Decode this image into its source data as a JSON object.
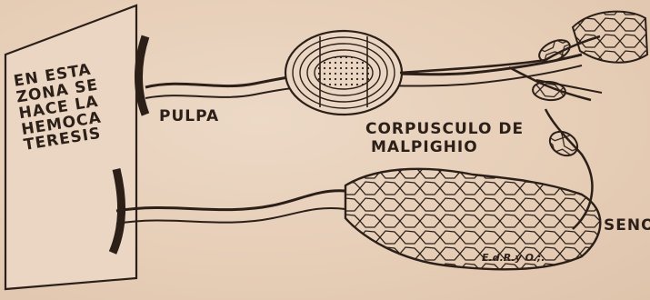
{
  "diagram": {
    "panel_lines": [
      "EN ESTA",
      "ZONA SE",
      "HACE LA",
      "HEMOCA",
      "TERESIS"
    ],
    "pulpa_label": "PULPA",
    "corpuscle_label_line1": "CORPUSCULO DE",
    "corpuscle_label_line2": "MALPIGHIO",
    "seno_label": "SENO",
    "credit": "E.d.R.y O.;."
  }
}
